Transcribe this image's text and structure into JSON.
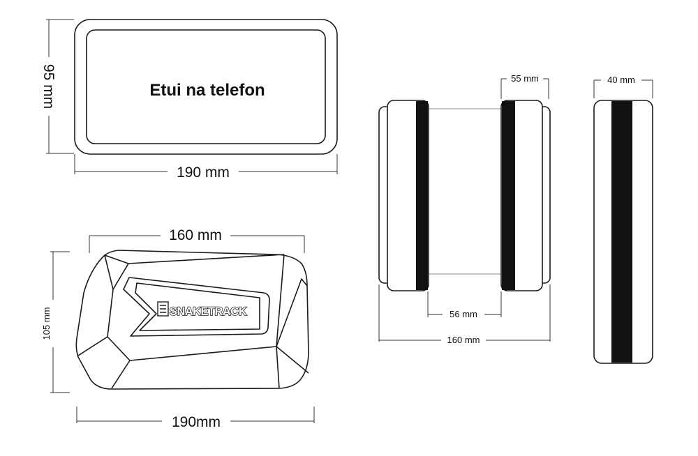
{
  "phone_case": {
    "label": "Etui na telefon",
    "height_label": "95 mm",
    "width_label": "190 mm"
  },
  "bag_top_view": {
    "width_top_label": "160 mm",
    "height_label": "105 mm",
    "width_bottom_label": "190mm",
    "brand_logo": "SNAKETRACK"
  },
  "side_view": {
    "pad_width_label": "55 mm",
    "inner_gap_label": "56 mm",
    "total_width_label": "160 mm"
  },
  "end_view": {
    "width_label": "40 mm"
  },
  "colors": {
    "stroke": "#1a1a1a",
    "band": "#111111",
    "background": "#ffffff"
  }
}
